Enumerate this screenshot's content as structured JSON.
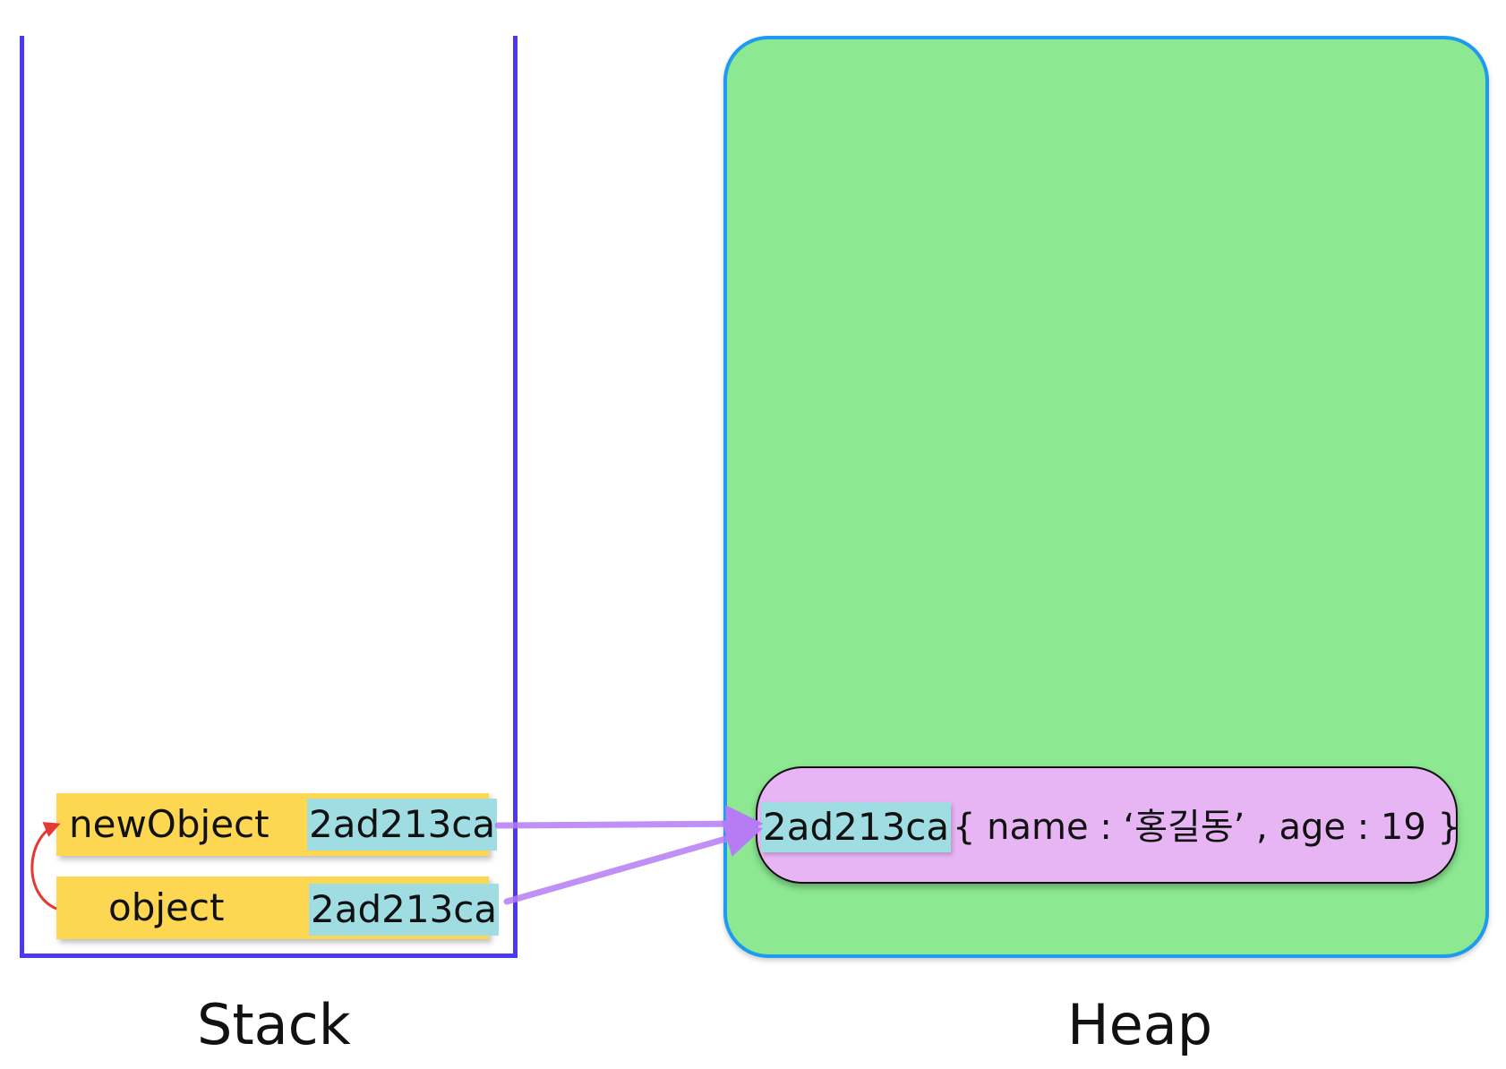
{
  "stack": {
    "caption": "Stack",
    "frames": [
      {
        "var_name": "newObject",
        "address": "2ad213ca"
      },
      {
        "var_name": "object",
        "address": "2ad213ca"
      }
    ]
  },
  "heap": {
    "caption": "Heap",
    "object": {
      "address": "2ad213ca",
      "value": "{ name : ‘홍길동’ , age :  19 }"
    }
  },
  "colors": {
    "stack_border": "#4b39ef",
    "frame_fill": "#fdd652",
    "address_fill": "#9fdde3",
    "heap_fill": "#8ce992",
    "heap_border": "#1e9bf0",
    "object_fill": "#e8b5f4",
    "pointer_arrow": "#b57cf5",
    "copy_arrow": "#e53935"
  }
}
